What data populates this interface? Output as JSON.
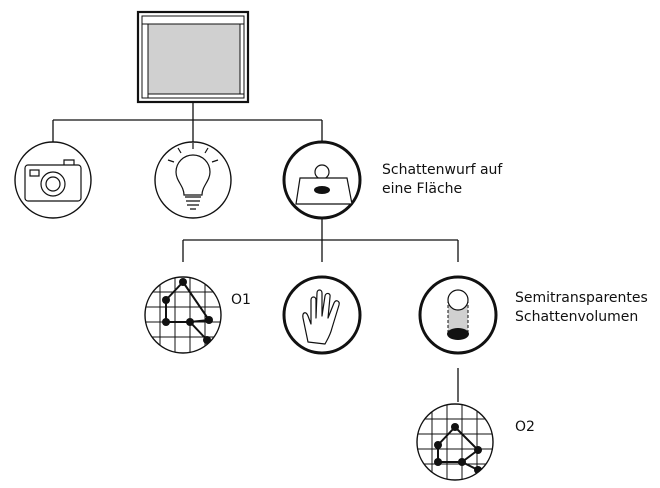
{
  "nodes": {
    "projection": {
      "label_line1": "Schattenwurf auf",
      "label_line2": "eine Fläche"
    },
    "mesh1": {
      "label": "O1"
    },
    "volume": {
      "label_line1": "Semitransparentes",
      "label_line2": "Schattenvolumen"
    },
    "mesh2": {
      "label": "O2"
    }
  },
  "colors": {
    "stroke": "#111111",
    "fill_gray": "#d0d0d0",
    "shadow": "#111111"
  },
  "icons": [
    "window-icon",
    "camera-icon",
    "light-bulb-icon",
    "shadow-projection-icon",
    "mesh-graph-icon",
    "hand-icon",
    "shadow-volume-icon"
  ]
}
